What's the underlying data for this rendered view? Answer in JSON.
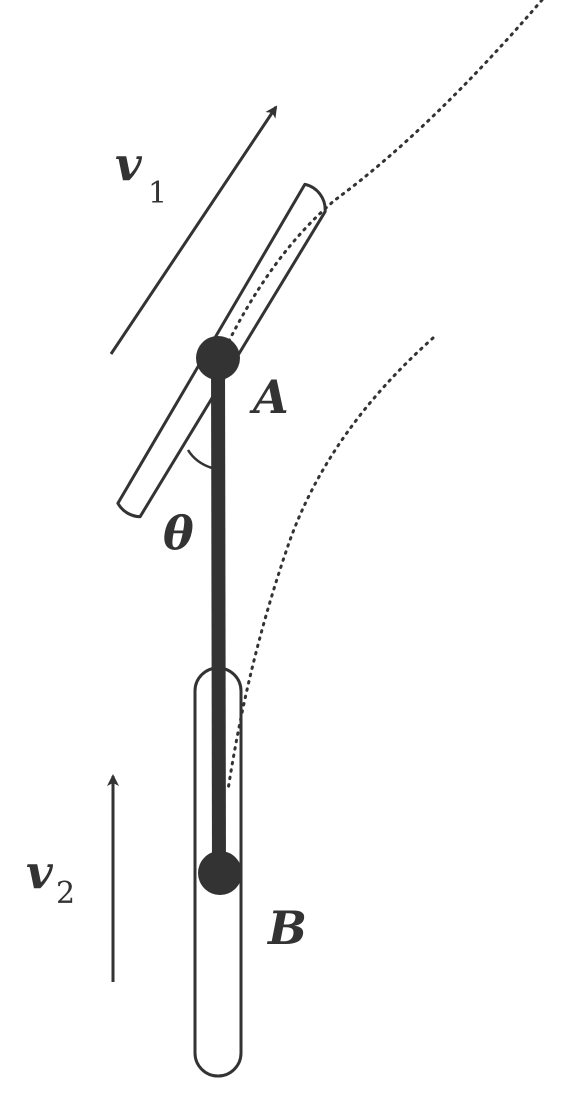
{
  "labels": {
    "v1_symbol": "v",
    "v1_subscript": "1",
    "v2_symbol": "v",
    "v2_subscript": "2",
    "point_a": "A",
    "point_b": "B",
    "angle": "θ"
  },
  "colors": {
    "ink": "#333333",
    "background": "#ffffff"
  }
}
